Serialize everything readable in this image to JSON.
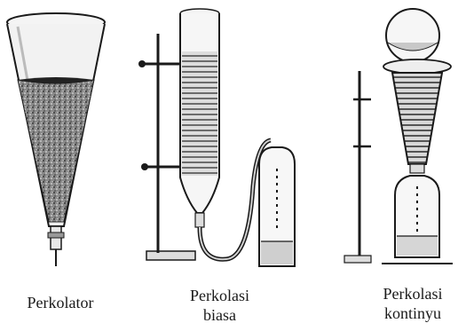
{
  "figures": [
    {
      "caption": [
        "Perkolator"
      ]
    },
    {
      "caption": [
        "Perkolasi",
        "biasa"
      ]
    },
    {
      "caption": [
        "Perkolasi",
        "kontinyu"
      ]
    }
  ],
  "colors": {
    "ink": "#1a1a1a",
    "paper": "#ffffff",
    "powder": "#3a3a3a"
  }
}
